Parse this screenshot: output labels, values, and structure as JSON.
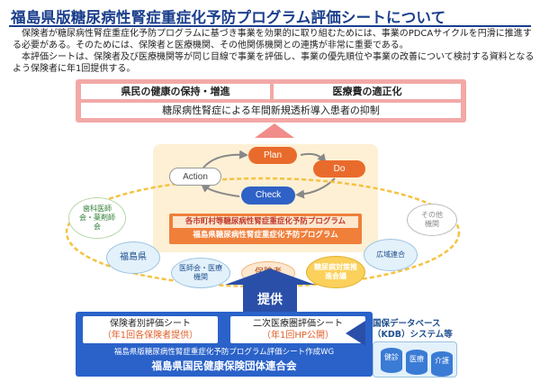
{
  "title": "福島県版糖尿病性腎症重症化予防プログラム評価シートについて",
  "intro": {
    "p1": "保険者が糖尿病性腎症重症化予防プログラムに基づき事業を効果的に取り組むためには、事業のPDCAサイクルを円滑に推進する必要がある。そのためには、保険者と医療機関、その他関係機関との連携が非常に重要である。",
    "p2": "本評価シートは、保険者及び医療機関等が同じ目線で事業を評価し、事業の優先順位や事業の改善について検討する資料となるよう保険者に年1回提供する。"
  },
  "goals": {
    "left": "県民の健康の保持・増進",
    "right": "医療費の適正化",
    "bottom": "糖尿病性腎症による年間新規透析導入患者の抑制"
  },
  "pdca": {
    "plan": "Plan",
    "do": "Do",
    "check": "Check",
    "action": "Action"
  },
  "program": {
    "municipal": "各市町村等糖尿病性腎症重症化予防プログラム",
    "prefectural": "福島県糖尿病性腎症重症化予防プログラム"
  },
  "stakeholders": {
    "doctors": "歯科医師会・薬剤師会",
    "prefecture": "福島県",
    "medical": "医師会・医療機関",
    "insurer": "保険者",
    "council": "糖尿病対策推進会議",
    "regional": "広域連合",
    "other": "その他機関"
  },
  "provide_label": "提供",
  "sheets": {
    "insurer_main": "保険者別評価シート",
    "insurer_sub": "（年1回各保険者提供）",
    "secondary_main": "二次医療圏評価シート",
    "secondary_sub": "（年1回HP公開）"
  },
  "wg": "福島県版糖尿病性腎症重症化予防プログラム評価シート作成WG",
  "org": "福島県国民健康保険団体連合会",
  "kdb": {
    "label": "国保データベース（KDB）システム等",
    "db1": "健診",
    "db2": "医療",
    "db3": "介護"
  },
  "colors": {
    "navy": "#1a3e8c",
    "pink": "#f2a9a7",
    "orange": "#e96b2c",
    "blue": "#2a62c9"
  }
}
